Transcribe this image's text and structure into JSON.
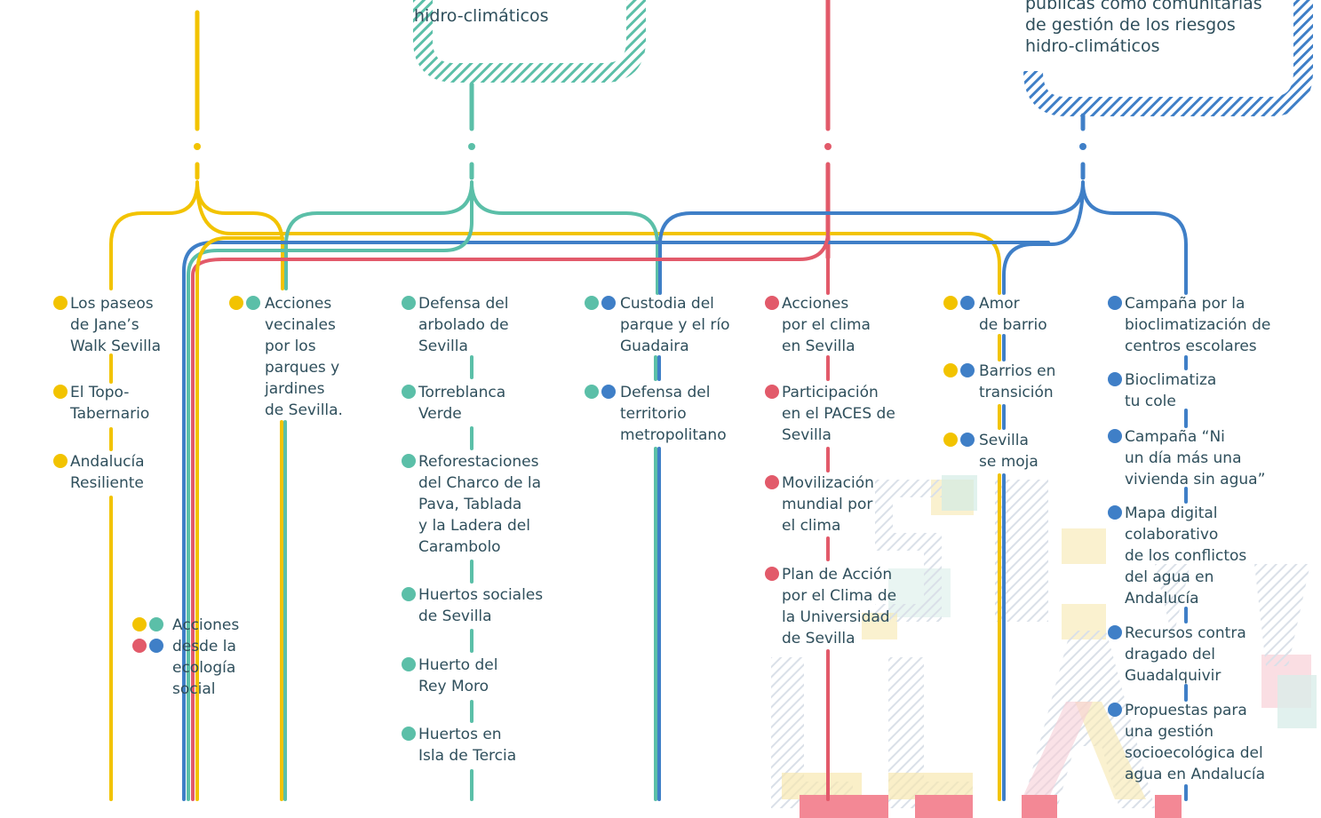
{
  "colors": {
    "yellow": "#f2c300",
    "teal": "#5bbfa8",
    "red": "#e25a6a",
    "blue": "#3f7fc7",
    "text": "#2f4f5c"
  },
  "headers": {
    "teal_header": "hidro-climáticos",
    "blue_header": "públicas como comunitarias\nde gestión de los riesgos\nhidro-climáticos"
  },
  "columns": {
    "yellow_col": [
      {
        "dots": [
          "yellow"
        ],
        "text": "Los paseos\nde Jane’s\nWalk Sevilla"
      },
      {
        "dots": [
          "yellow"
        ],
        "text": "El Topo-\nTabernario"
      },
      {
        "dots": [
          "yellow"
        ],
        "text": "Andalucía\nResiliente"
      }
    ],
    "social": [
      {
        "dots": [
          "yellow",
          "teal",
          "red",
          "blue"
        ],
        "text": "Acciones\ndesde la\necología\nsocial"
      }
    ],
    "vecinales": [
      {
        "dots": [
          "yellow",
          "teal"
        ],
        "text": "Acciones\nvecinales\npor los\nparques y\njardines\nde Sevilla."
      }
    ],
    "teal_col": [
      {
        "dots": [
          "teal"
        ],
        "text": "Defensa del\narbolado de\nSevilla"
      },
      {
        "dots": [
          "teal"
        ],
        "text": "Torreblanca\nVerde"
      },
      {
        "dots": [
          "teal"
        ],
        "text": "Reforestaciones\ndel Charco de la\nPava, Tablada\ny la Ladera del\nCarambolo"
      },
      {
        "dots": [
          "teal"
        ],
        "text": "Huertos sociales\nde Sevilla"
      },
      {
        "dots": [
          "teal"
        ],
        "text": "Huerto del\nRey Moro"
      },
      {
        "dots": [
          "teal"
        ],
        "text": "Huertos en\nIsla de Tercia"
      }
    ],
    "teal_blue_col": [
      {
        "dots": [
          "teal",
          "blue"
        ],
        "text": "Custodia del\nparque y el río\nGuadaira"
      },
      {
        "dots": [
          "teal",
          "blue"
        ],
        "text": "Defensa del\nterritorio\nmetropolitano"
      }
    ],
    "red_col": [
      {
        "dots": [
          "red"
        ],
        "text": "Acciones\npor el clima\nen Sevilla"
      },
      {
        "dots": [
          "red"
        ],
        "text": "Participación\nen el PACES de\nSevilla"
      },
      {
        "dots": [
          "red"
        ],
        "text": "Movilización\nmundial por\nel clima"
      },
      {
        "dots": [
          "red"
        ],
        "text": "Plan de Acción\npor el Clima de\nla Universidad\nde Sevilla"
      }
    ],
    "yellow_blue_col": [
      {
        "dots": [
          "yellow",
          "blue"
        ],
        "text": "Amor\nde barrio"
      },
      {
        "dots": [
          "yellow",
          "blue"
        ],
        "text": "Barrios en\ntransición"
      },
      {
        "dots": [
          "yellow",
          "blue"
        ],
        "text": "Sevilla\nse moja"
      }
    ],
    "blue_col": [
      {
        "dots": [
          "blue"
        ],
        "text": "Campaña por la\nbioclimatización de\ncentros escolares"
      },
      {
        "dots": [
          "blue"
        ],
        "text": "Bioclimatiza\ntu cole"
      },
      {
        "dots": [
          "blue"
        ],
        "text": "Campaña “Ni\nun día más una\nvivienda sin agua”"
      },
      {
        "dots": [
          "blue"
        ],
        "text": "Mapa digital\ncolaborativo\nde los conflictos\ndel agua en\nAndalucía"
      },
      {
        "dots": [
          "blue"
        ],
        "text": "Recursos contra\ndragado del\nGuadalquivir"
      },
      {
        "dots": [
          "blue"
        ],
        "text": "Propuestas para\nuna gestión\nsocioecológica del\nagua en Andalucía"
      }
    ]
  }
}
